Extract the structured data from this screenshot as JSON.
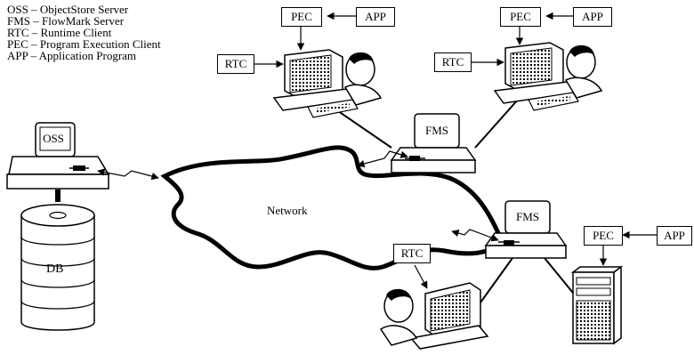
{
  "legend": [
    "OSS – ObjectStore Server",
    "FMS – FlowMark Server",
    "RTC – Runtime Client",
    "PEC – Program Execution Client",
    "APP – Application Program"
  ],
  "labels": {
    "oss": "OSS",
    "db": "DB",
    "network": "Network",
    "fms": "FMS",
    "rtc": "RTC",
    "pec": "PEC",
    "app": "APP"
  }
}
